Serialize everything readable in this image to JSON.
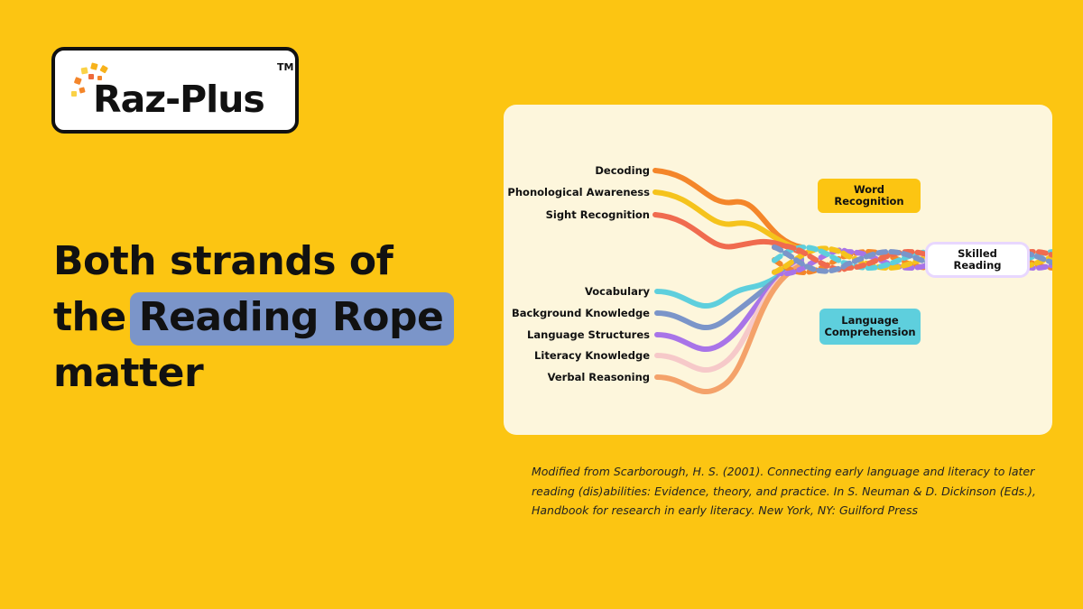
{
  "logo": {
    "text": "Raz-Plus",
    "trademark": "TM",
    "spark_colors": [
      "#F7B21B",
      "#F4862A",
      "#EE6A3B",
      "#FAD247"
    ]
  },
  "headline": {
    "line1": "Both strands of",
    "line2_prefix": "the",
    "line2_highlight": "Reading Rope",
    "line3": "matter",
    "highlight_color": "#7B95C9"
  },
  "diagram": {
    "word_recognition": {
      "label": "Word\nRecognition",
      "strands": [
        "Decoding",
        "Phonological Awareness",
        "Sight Recognition"
      ],
      "colors": [
        "#F4862A",
        "#F5C31C",
        "#F06B4F"
      ]
    },
    "language_comprehension": {
      "label": "Language\nComprehension",
      "strands": [
        "Vocabulary",
        "Background Knowledge",
        "Language Structures",
        "Literacy Knowledge",
        "Verbal Reasoning"
      ],
      "colors": [
        "#5ECFDD",
        "#7B95C9",
        "#A874E8",
        "#F6C9C9",
        "#F4A26A"
      ]
    },
    "result": "Skilled Reading"
  },
  "citation": "Modified from Scarborough, H. S. (2001). Connecting early language and literacy to later reading (dis)abilities: Evidence, theory, and practice. In S. Neuman & D. Dickinson (Eds.), Handbook for research in early literacy. New York, NY: Guilford Press",
  "colors": {
    "background": "#FCC512",
    "panel": "#FDF6DC"
  }
}
